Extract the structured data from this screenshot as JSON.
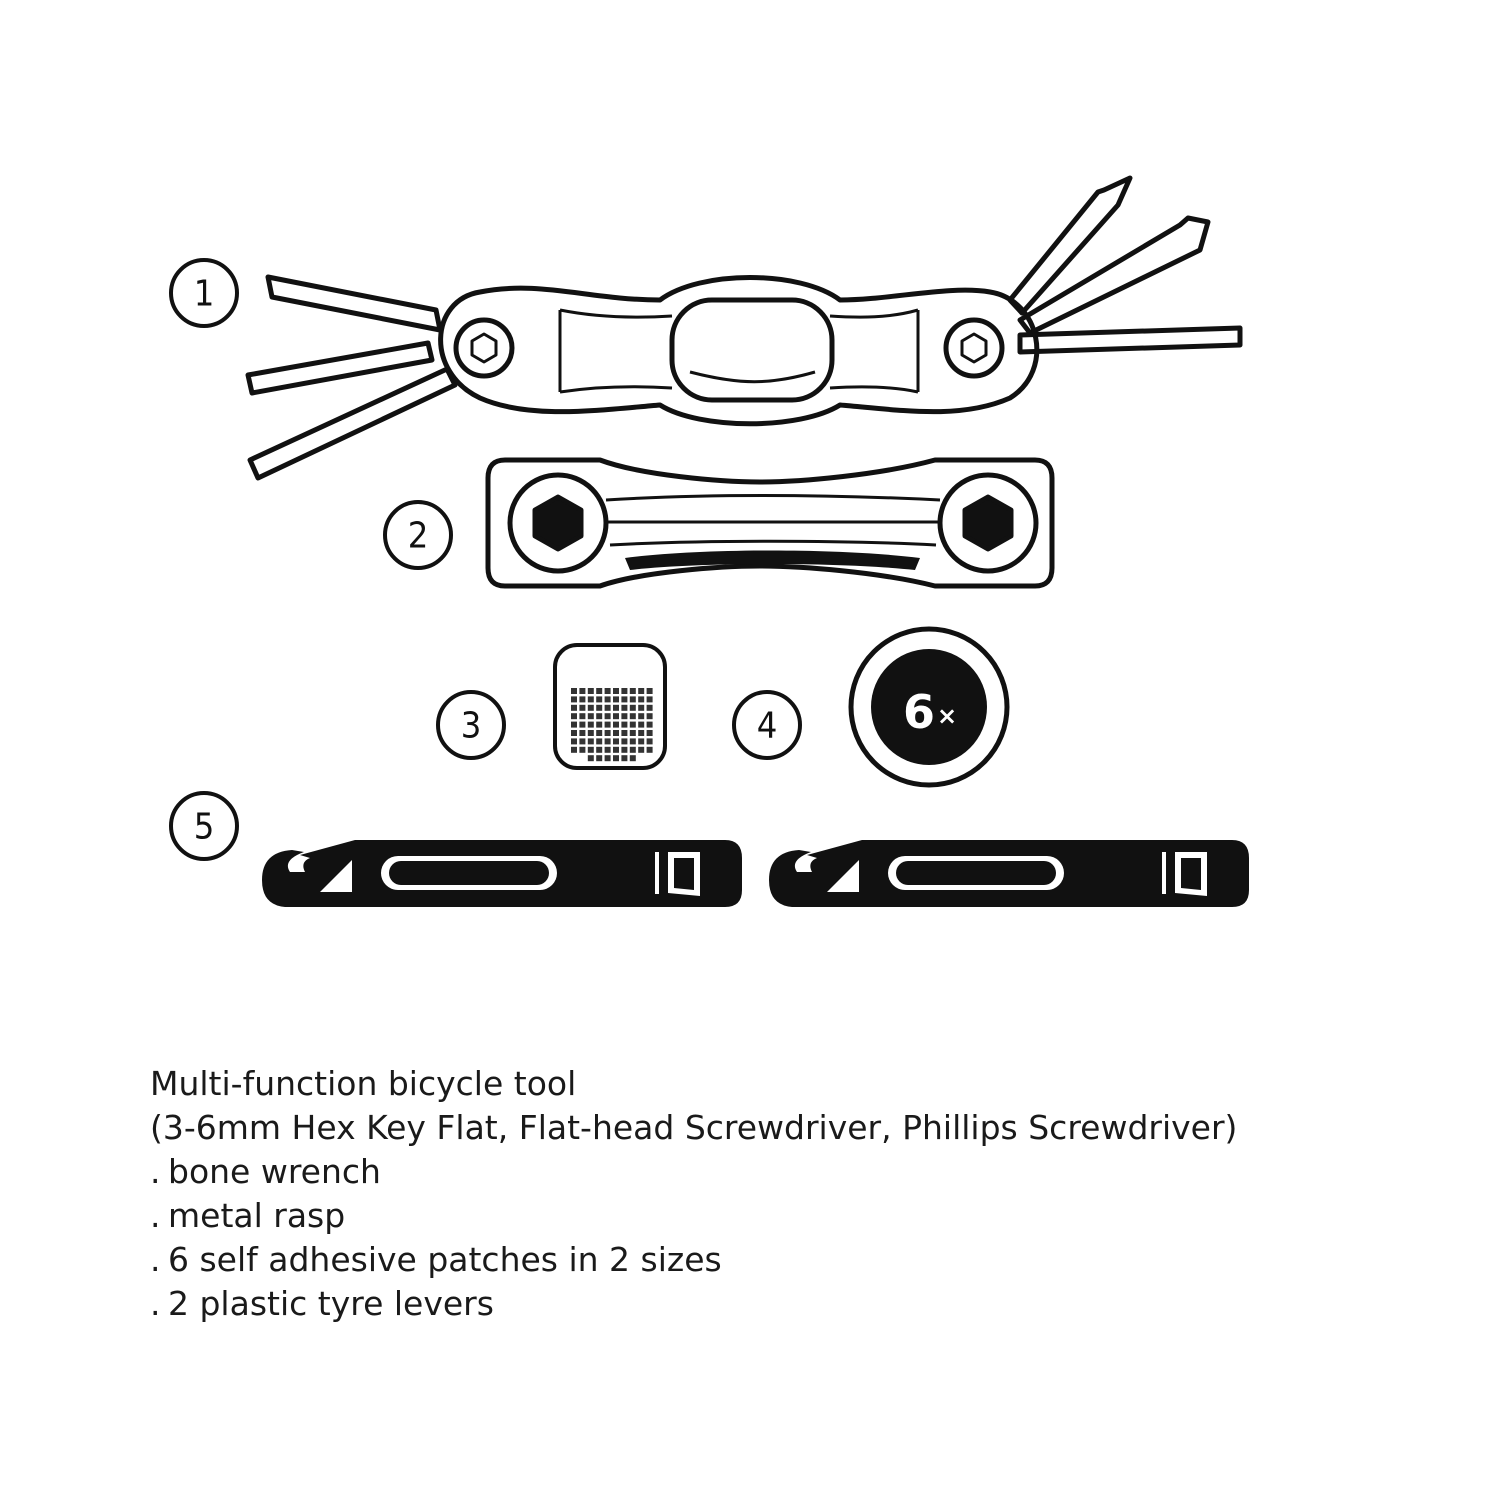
{
  "labels": [
    "1",
    "2",
    "3",
    "4",
    "5"
  ],
  "patch_badge": {
    "count": "6",
    "suffix": "×"
  },
  "caption": {
    "title": "Multi-function bicycle tool",
    "subtitle": "(3-6mm Hex Key Flat, Flat-head Screwdriver, Phillips Screwdriver)",
    "items": [
      {
        "bullet": ".",
        "text": "bone wrench"
      },
      {
        "bullet": ".",
        "text": "metal rasp"
      },
      {
        "bullet": ".",
        "text": "6 self adhesive patches in 2 sizes"
      },
      {
        "bullet": ".",
        "text": "2 plastic tyre levers"
      }
    ]
  },
  "colors": {
    "ink": "#111111",
    "background": "#ffffff"
  }
}
